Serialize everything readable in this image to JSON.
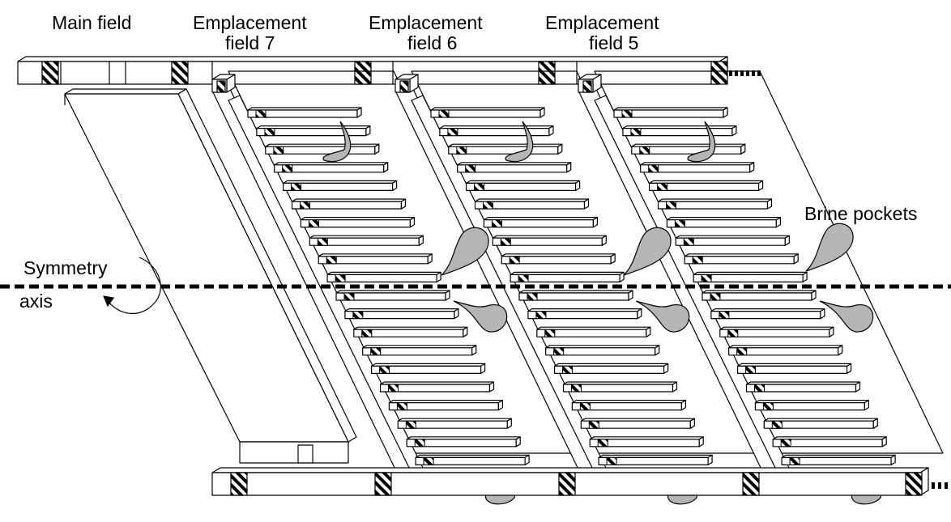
{
  "labels": {
    "main_field": "Main field",
    "emplacement_field_7_line1": "Emplacement",
    "emplacement_field_7_line2": "field 7",
    "emplacement_field_6_line1": "Emplacement",
    "emplacement_field_6_line2": "field 6",
    "emplacement_field_5_line1": "Emplacement",
    "emplacement_field_5_line2": "field 5",
    "brine_pockets": "Brine pockets",
    "symmetry_line1": "Symmetry",
    "symmetry_line2": "axis"
  },
  "colors": {
    "stroke": "#000000",
    "fill": "#ffffff",
    "brine": "#b5b5b5",
    "hatch": "#000000"
  },
  "icons": {
    "rotation_arrow": "curved-arrow-icon",
    "seal_hatch": "hatched-seal-icon"
  }
}
